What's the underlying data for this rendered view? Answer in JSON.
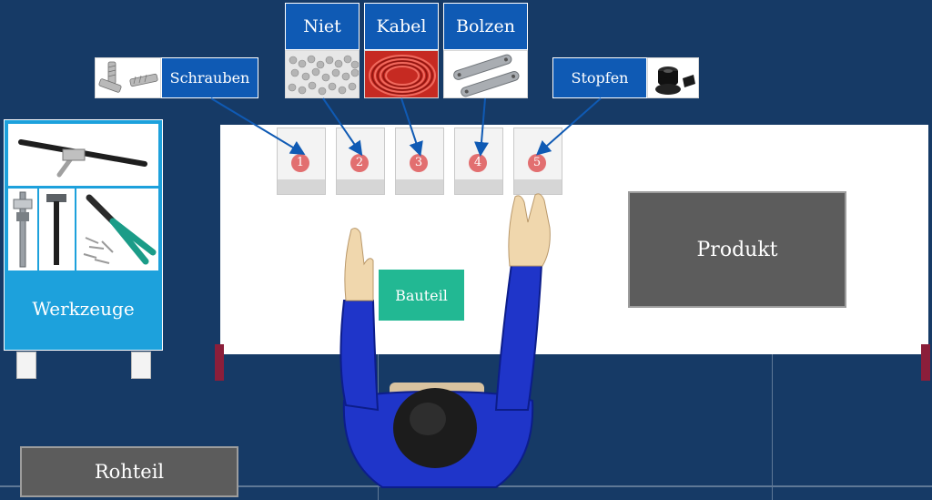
{
  "labels": {
    "niet": "Niet",
    "kabel": "Kabel",
    "bolzen": "Bolzen",
    "schrauben": "Schrauben",
    "stopfen": "Stopfen",
    "werkzeuge": "Werkzeuge",
    "produkt": "Produkt",
    "rohteil": "Rohteil",
    "bauteil": "Bauteil"
  },
  "bins": [
    {
      "number": "1"
    },
    {
      "number": "2"
    },
    {
      "number": "3"
    },
    {
      "number": "4"
    },
    {
      "number": "5"
    }
  ],
  "colors": {
    "background": "#163a66",
    "label_blue": "#0f5ab4",
    "cabinet_blue": "#1da1dc",
    "bauteil_green": "#22b893",
    "box_gray": "#5c5c5c",
    "bin_badge": "#e26f70",
    "worker_suit": "#1f35c9"
  },
  "icons": [
    "screws-icon",
    "rivets-icon",
    "cable-icon",
    "bolts-icon",
    "plugs-icon",
    "rivet-tool-icon",
    "caliper-icon",
    "hammer-icon",
    "rivet-gun-icon"
  ]
}
